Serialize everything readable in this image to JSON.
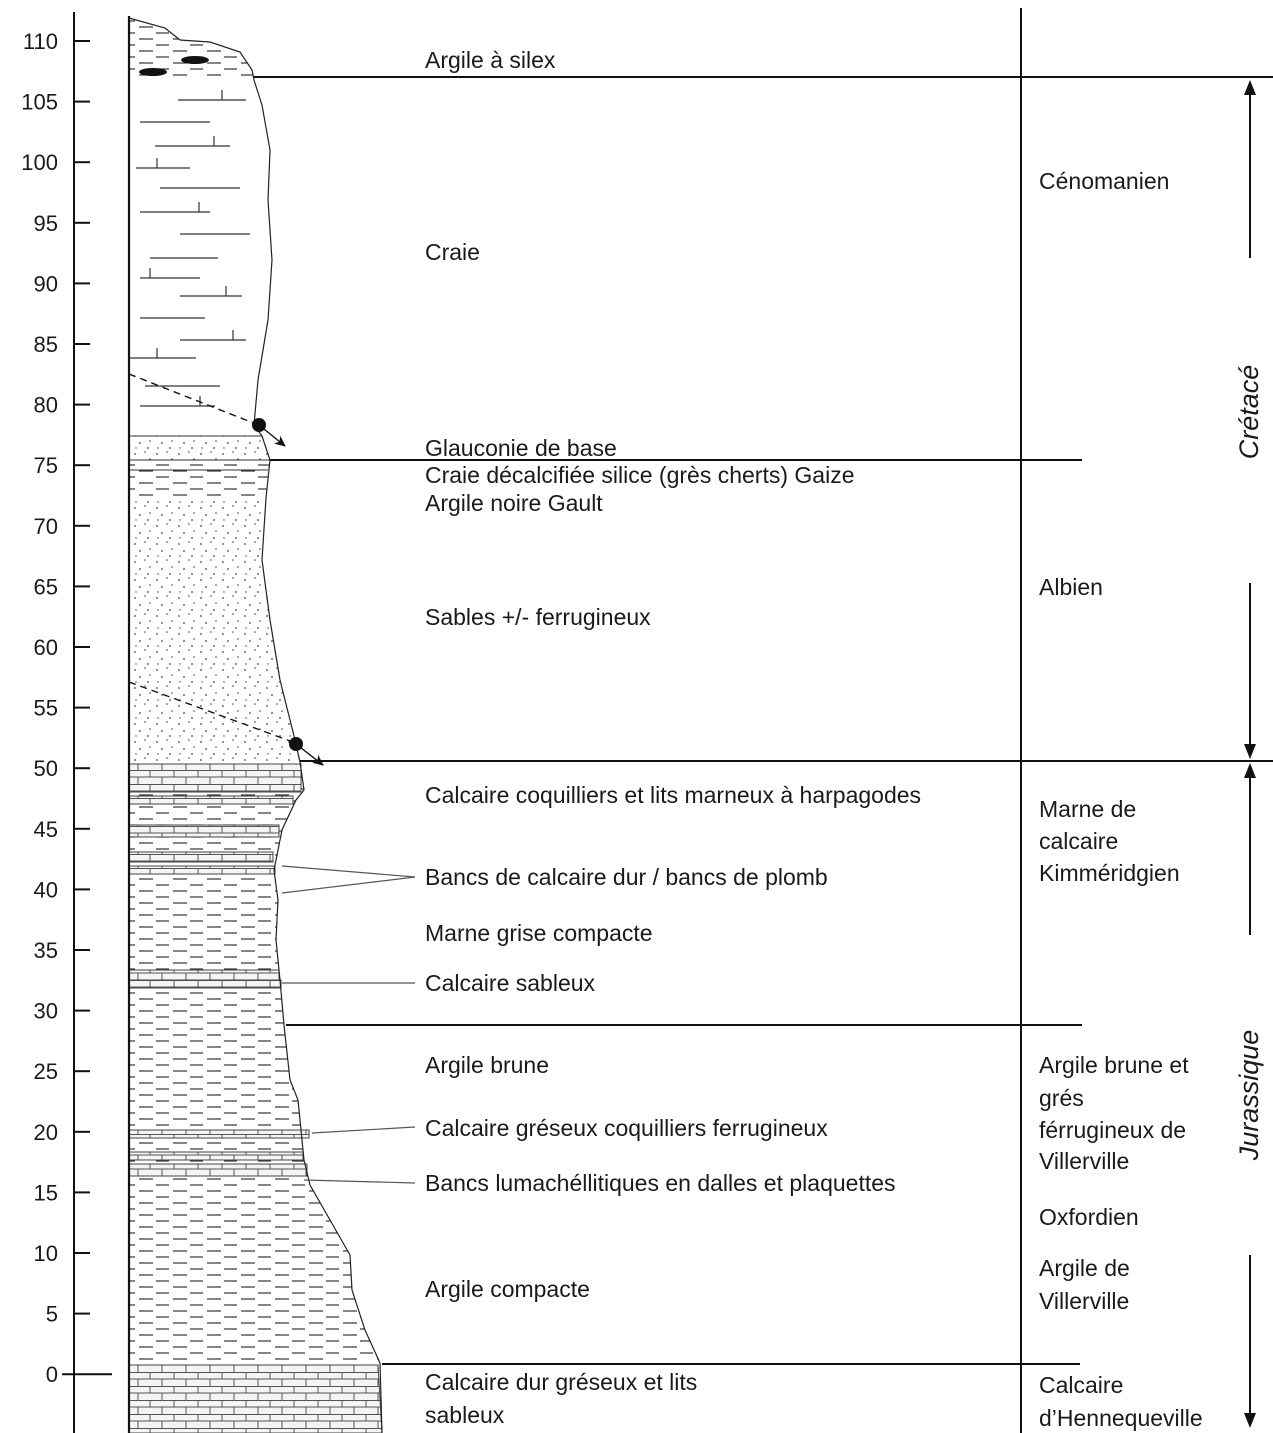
{
  "scale": {
    "ticks": [
      "110",
      "105",
      "100",
      "95",
      "90",
      "85",
      "80",
      "75",
      "70",
      "65",
      "60",
      "55",
      "50",
      "45",
      "40",
      "35",
      "30",
      "25",
      "20",
      "15",
      "10",
      "5",
      "0"
    ]
  },
  "lithology": [
    "Argile à silex",
    "Craie",
    "Glauconie de base",
    "Craie décalcifiée silice (grès cherts) Gaize",
    "Argile noire Gault",
    "Sables +/- ferrugineux",
    "Calcaire coquilliers et lits marneux à harpagodes",
    "Bancs de calcaire dur / bancs de plomb",
    "Marne grise compacte",
    "Calcaire sableux",
    "Argile brune",
    "Calcaire gréseux coquilliers ferrugineux",
    "Bancs lumachéllitiques en dalles et plaquettes",
    "Argile compacte",
    "Calcaire dur gréseux et lits",
    "sableux"
  ],
  "stages": [
    "Cénomanien",
    "Albien",
    "Marne de",
    "calcaire",
    "Kimméridgien",
    "Argile brune et",
    "grés",
    "férrugineux de",
    "Villerville",
    "Oxfordien",
    "Argile de",
    "Villerville",
    "Calcaire",
    "d’Hennequeville"
  ],
  "systems": [
    "Crétacé",
    "Jurassique"
  ],
  "colors": {
    "ink": "#1a1a1a",
    "lines": "#222222",
    "pattern": "#333333"
  }
}
